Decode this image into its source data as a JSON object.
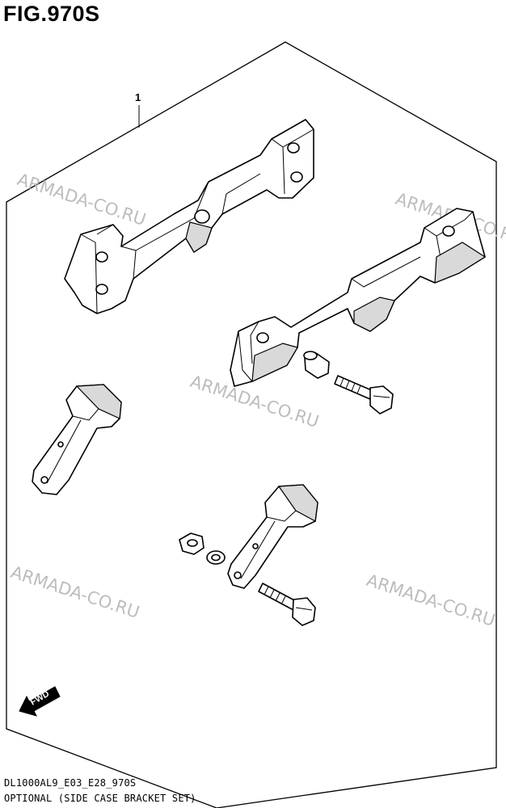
{
  "figure": {
    "title": "FIG.970S",
    "callout": "1",
    "code": "DL1000AL9_E03_E28_970S",
    "description": "OPTIONAL (SIDE CASE BRACKET SET)",
    "fwd_label": "FWD"
  },
  "watermarks": [
    "ARMADA-CO.RU",
    "ARMADA-CO.RU",
    "ARMADA-CO.RU",
    "ARMADA-CO.RU",
    "ARMADA-CO.RU"
  ]
}
